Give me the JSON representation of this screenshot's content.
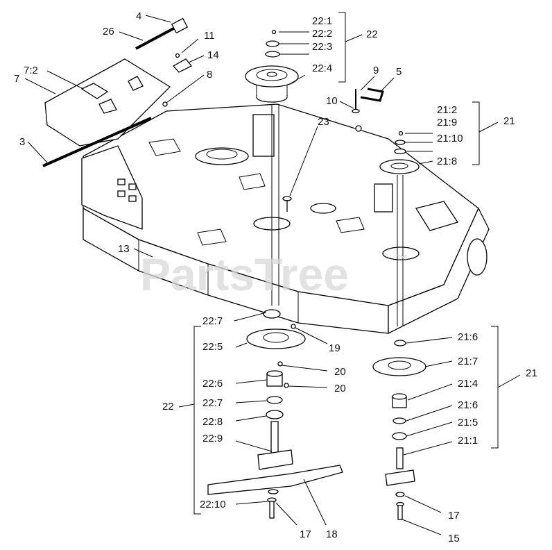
{
  "watermark": {
    "text": "PartsTree",
    "trademark": "TM"
  },
  "labels": {
    "l4": "4",
    "l26": "26",
    "l11": "11",
    "l14": "14",
    "l8": "8",
    "l7_2": "7:2",
    "l7": "7",
    "l3": "3",
    "l13": "13",
    "l22_1": "22:1",
    "l22_2": "22:2",
    "l22_3": "22:3",
    "l22_4": "22:4",
    "l22_top": "22",
    "l9": "9",
    "l5": "5",
    "l10": "10",
    "l23": "23",
    "l21_2": "21:2",
    "l21_9": "21:9",
    "l21_10": "21:10",
    "l21_8": "21:8",
    "l21_top": "21",
    "l22_7a": "22:7",
    "l22_5": "22:5",
    "l19": "19",
    "l20a": "20",
    "l20b": "20",
    "l22_6": "22:6",
    "l22_7b": "22:7",
    "l22_8": "22:8",
    "l22_9": "22:9",
    "l22_10": "22:10",
    "l22_left": "22",
    "l21_6a": "21:6",
    "l21_7": "21:7",
    "l21_4": "21:4",
    "l21_6b": "21:6",
    "l21_5": "21:5",
    "l21_1": "21:1",
    "l21_right": "21",
    "l17a": "17",
    "l17b": "17",
    "l18": "18",
    "l15": "15"
  }
}
